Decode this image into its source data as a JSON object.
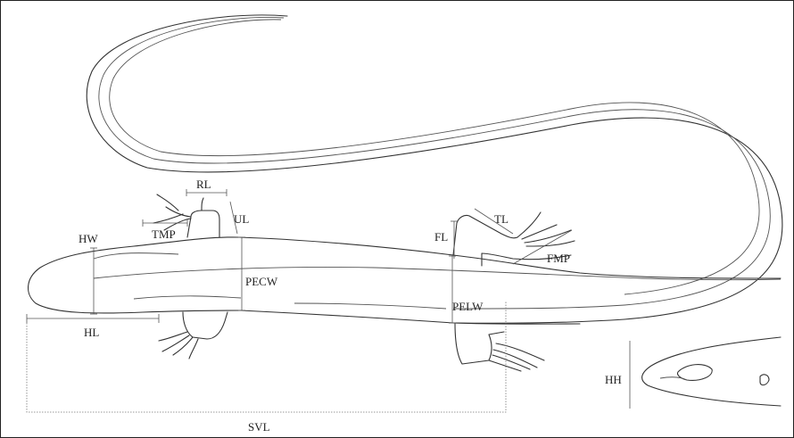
{
  "labels": {
    "rl": "RL",
    "ul": "UL",
    "hw": "HW",
    "tmp": "TMP",
    "tl": "TL",
    "fl": "FL",
    "fmp": "FMP",
    "pecw": "PECW",
    "pelw": "PELW",
    "hl": "HL",
    "hh": "HH",
    "svl": "SVL"
  }
}
